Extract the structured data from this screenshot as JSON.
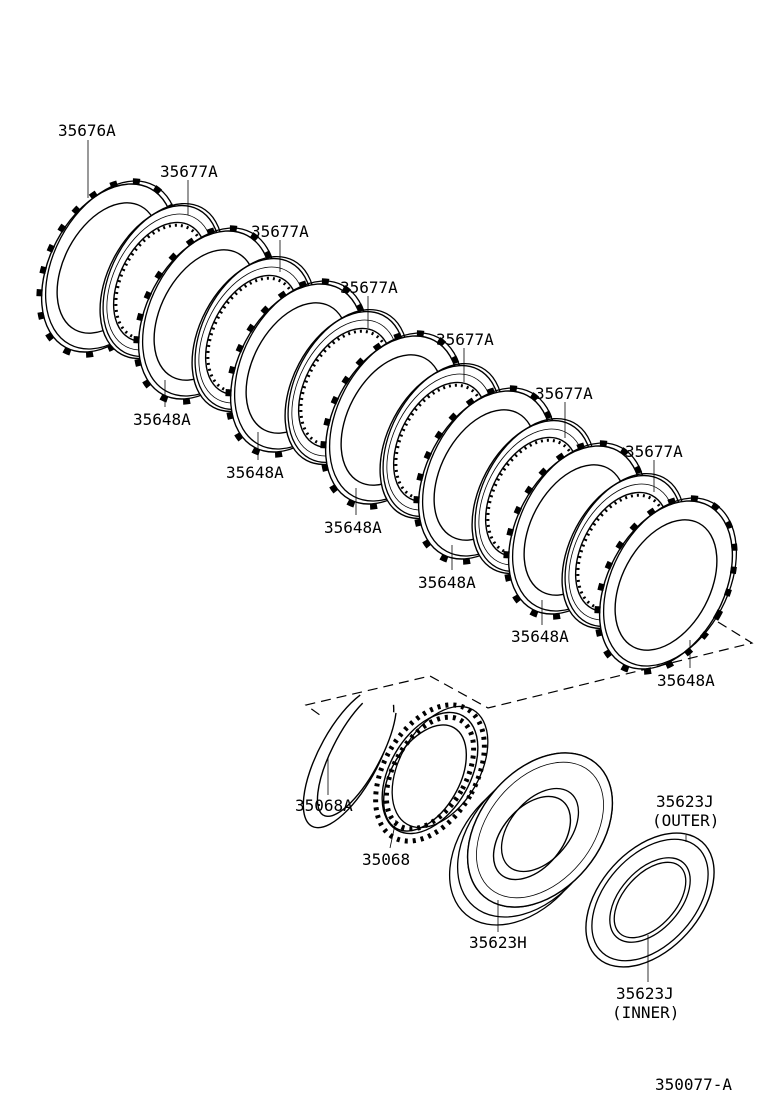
{
  "labels": {
    "p35676A": "35676A",
    "p35677A_1": "35677A",
    "p35677A_2": "35677A",
    "p35677A_3": "35677A",
    "p35677A_4": "35677A",
    "p35677A_5": "35677A",
    "p35677A_6": "35677A",
    "p35648A_1": "35648A",
    "p35648A_2": "35648A",
    "p35648A_3": "35648A",
    "p35648A_4": "35648A",
    "p35648A_5": "35648A",
    "p35648A_6": "35648A",
    "p35068A": "35068A",
    "p35068": "35068",
    "p35623H": "35623H",
    "p35623J_outer": "35623J",
    "outer_note": "(OUTER)",
    "p35623J_inner": "35623J",
    "inner_note": "(INNER)",
    "figure_id": "350077-A"
  }
}
